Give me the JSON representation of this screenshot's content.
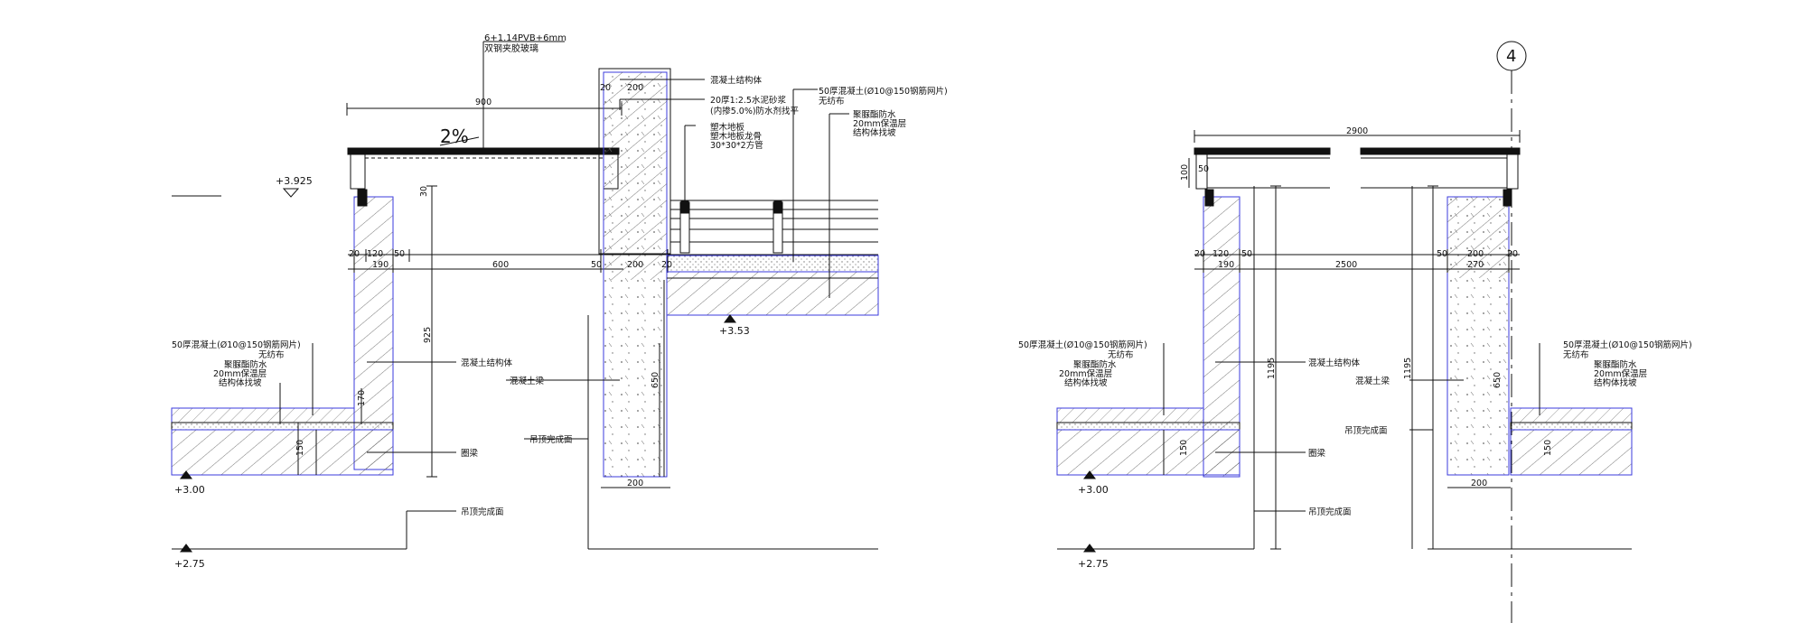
{
  "left": {
    "glass_note_1": "6+1.14PVB+6mm",
    "glass_note_2": "双钢夹胶玻璃",
    "slope": "2%",
    "dim_900": "900",
    "el_3925": "+3.925",
    "dim_20a": "20",
    "dim_120": "120",
    "dim_50a": "50",
    "dim_190": "190",
    "dim_600": "600",
    "dim_50b": "50",
    "dim_200a": "200",
    "dim_20b": "20",
    "dim_20_top": "20",
    "dim_200_top": "200",
    "dim_925": "925",
    "dim_30": "30",
    "dim_170": "170",
    "dim_150": "150",
    "dim_650": "650",
    "dim_200_bot": "200",
    "el_300": "+3.00",
    "el_275": "+2.75",
    "el_353": "+3.53",
    "note_concrete_top": "混凝土结构体",
    "note_cement_1": "20厚1:2.5水泥砂浆",
    "note_cement_2": "(内掺5.0%)防水剂找平",
    "note_wood_1": "塑木地板",
    "note_wood_2": "塑木地板龙骨",
    "note_wood_3": "30*30*2方管",
    "right_stack": [
      "50厚混凝土(Ø10@150钢筋网片)",
      "无纺布",
      "聚脲酯防水",
      "20mm保温层",
      "结构体找坡"
    ],
    "left_stack": [
      "50厚混凝土(Ø10@150钢筋网片)",
      "无纺布",
      "聚脲酯防水",
      "20mm保温层",
      "结构体找坡"
    ],
    "note_concrete_mid": "混凝土结构体",
    "note_beam": "混凝土梁",
    "note_ceiling_a": "吊顶完成面",
    "note_ring_beam": "圈梁",
    "note_ceiling_b": "吊顶完成面"
  },
  "right": {
    "axis_label": "4",
    "dim_2900": "2900",
    "dim_100": "100",
    "dim_50": "50",
    "dim_20a": "20",
    "dim_120": "120",
    "dim_50b": "50",
    "dim_190": "190",
    "dim_2500": "2500",
    "dim_50c": "50",
    "dim_200": "200",
    "dim_20c": "20",
    "dim_270": "270",
    "dim_1195a": "1195",
    "dim_1195b": "1195",
    "dim_650": "650",
    "dim_150a": "150",
    "dim_150b": "150",
    "dim_200_bot": "200",
    "el_300": "+3.00",
    "el_275": "+2.75",
    "left_stack": [
      "50厚混凝土(Ø10@150钢筋网片)",
      "无纺布",
      "聚脲酯防水",
      "20mm保温层",
      "结构体找坡"
    ],
    "right_stack": [
      "50厚混凝土(Ø10@150钢筋网片)",
      "无纺布",
      "聚脲酯防水",
      "20mm保温层",
      "结构体找坡"
    ],
    "note_concrete_mid": "混凝土结构体",
    "note_beam": "混凝土梁",
    "note_ceiling_a": "吊顶完成面",
    "note_ring_beam": "圈梁",
    "note_ceiling_b": "吊顶完成面"
  },
  "colors": {
    "line": "#111111",
    "outline": "#3b3bdc",
    "hatch": "#444444"
  }
}
